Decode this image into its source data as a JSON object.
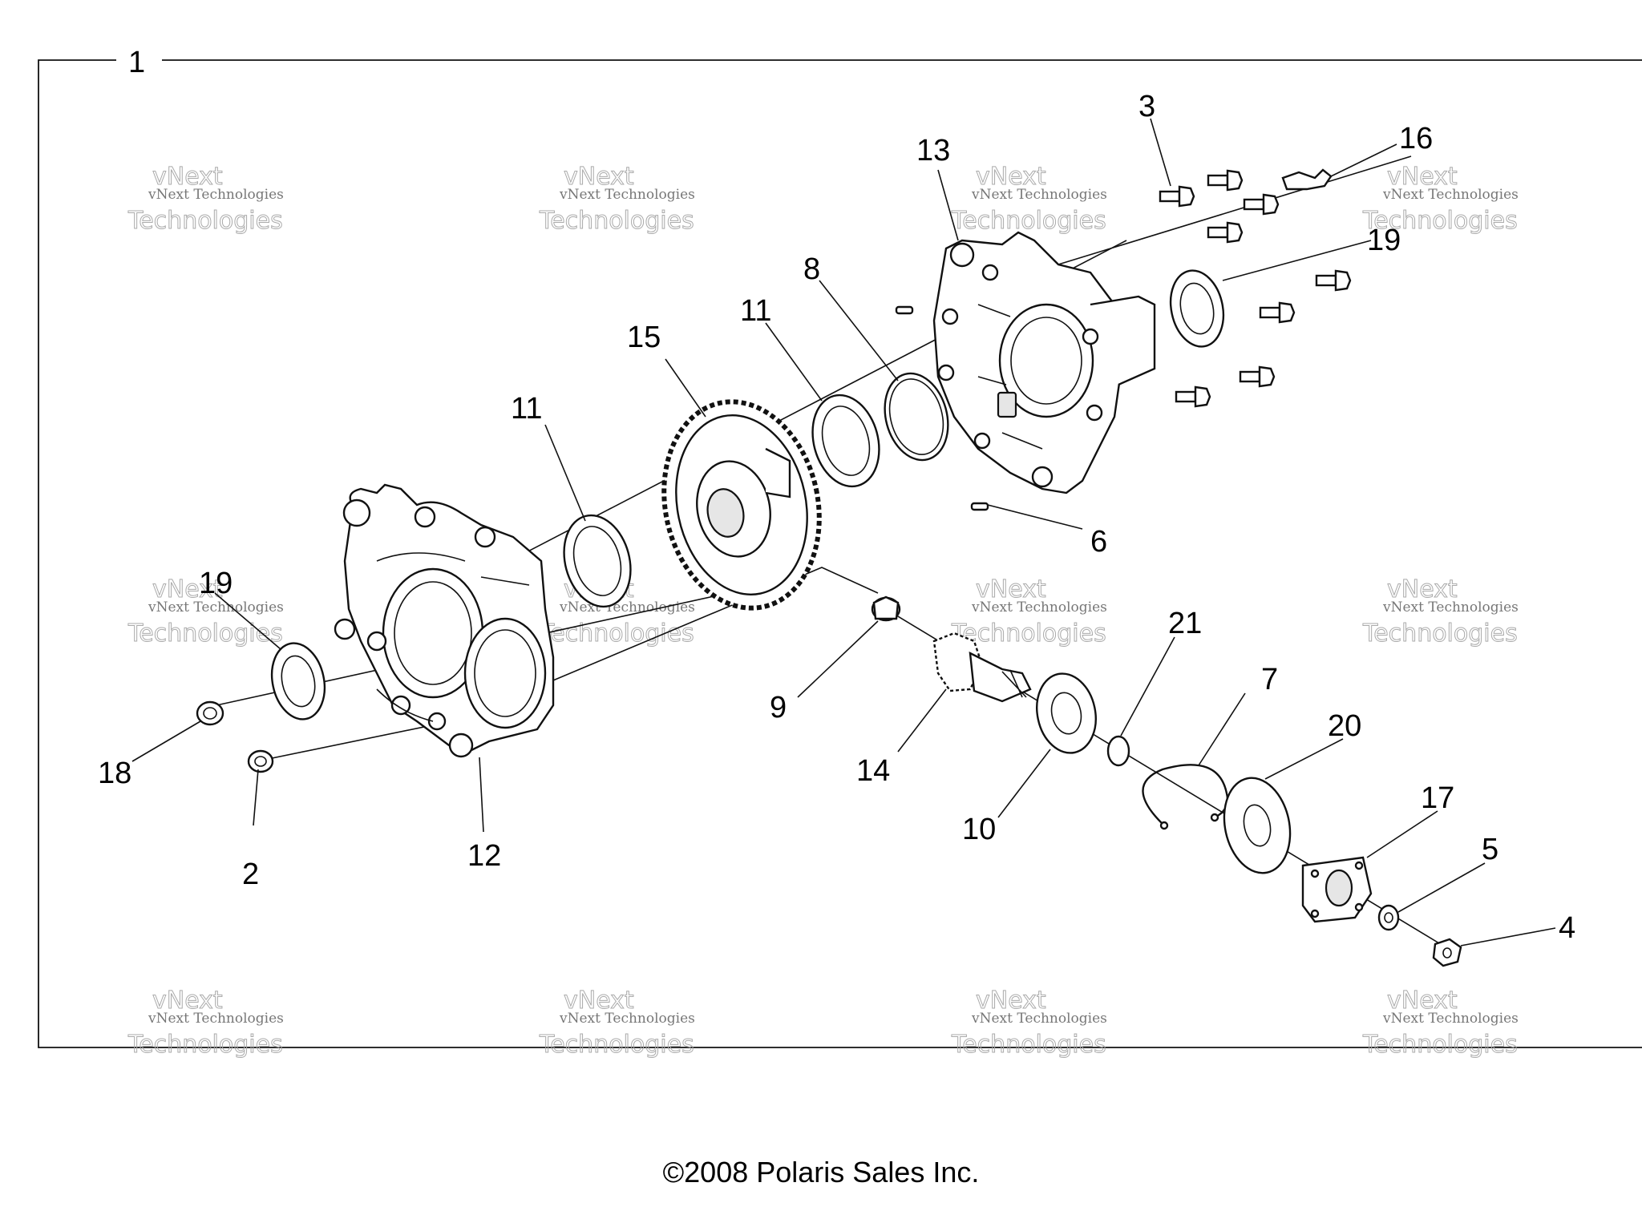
{
  "frame_label": "1",
  "callouts": {
    "c2": "2",
    "c3": "3",
    "c4": "4",
    "c5": "5",
    "c6": "6",
    "c7": "7",
    "c8": "8",
    "c9": "9",
    "c10": "10",
    "c11a": "11",
    "c11b": "11",
    "c12": "12",
    "c13": "13",
    "c14": "14",
    "c15": "15",
    "c16": "16",
    "c17": "17",
    "c18": "18",
    "c19a": "19",
    "c19b": "19",
    "c20": "20",
    "c21": "21"
  },
  "watermark": {
    "line1": "vNext Technologies",
    "line2": "Technologies",
    "top": "vNext"
  },
  "copyright": "©2008 Polaris Sales Inc."
}
